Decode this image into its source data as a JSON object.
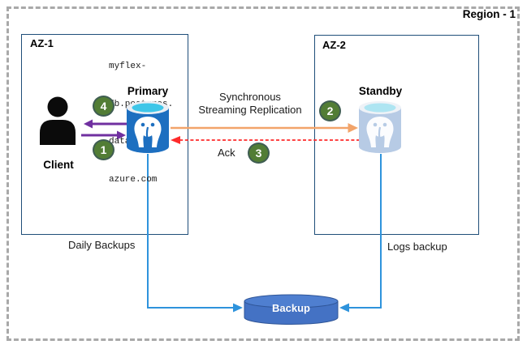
{
  "region": {
    "label": "Region - 1"
  },
  "zones": {
    "az1": {
      "label": "AZ-1"
    },
    "az2": {
      "label": "AZ-2"
    }
  },
  "nodes": {
    "client": {
      "label": "Client"
    },
    "primary": {
      "label": "Primary",
      "hostname_lines": [
        "myflex-",
        "db.postgres.",
        "database.",
        "azure.com"
      ]
    },
    "standby": {
      "label": "Standby"
    },
    "backup": {
      "label": "Backup"
    }
  },
  "flows": {
    "replication": {
      "lines": [
        "Synchronous",
        "Streaming Replication"
      ]
    },
    "ack": {
      "label": "Ack"
    },
    "daily_backups": {
      "label": "Daily Backups"
    },
    "logs_backup": {
      "label": "Logs backup"
    }
  },
  "steps": {
    "step1": "1",
    "step2": "2",
    "step3": "3",
    "step4": "4"
  },
  "colors": {
    "region_border": "#a9a9a9",
    "zone_border": "#1f4e79",
    "primary_db_body": "#1d6fc0",
    "standby_db_body": "#b7cbe5",
    "db_top_cyan": "#3fc6e8",
    "backup_fill": "#4472c4",
    "backup_outline": "#2f5597",
    "step_badge_fill": "#527d35",
    "replication_arrow": "#f2a46a",
    "ack_arrow": "#fe2a2a",
    "client_arrows": "#7030a0",
    "backup_connectors": "#2e93dc"
  }
}
